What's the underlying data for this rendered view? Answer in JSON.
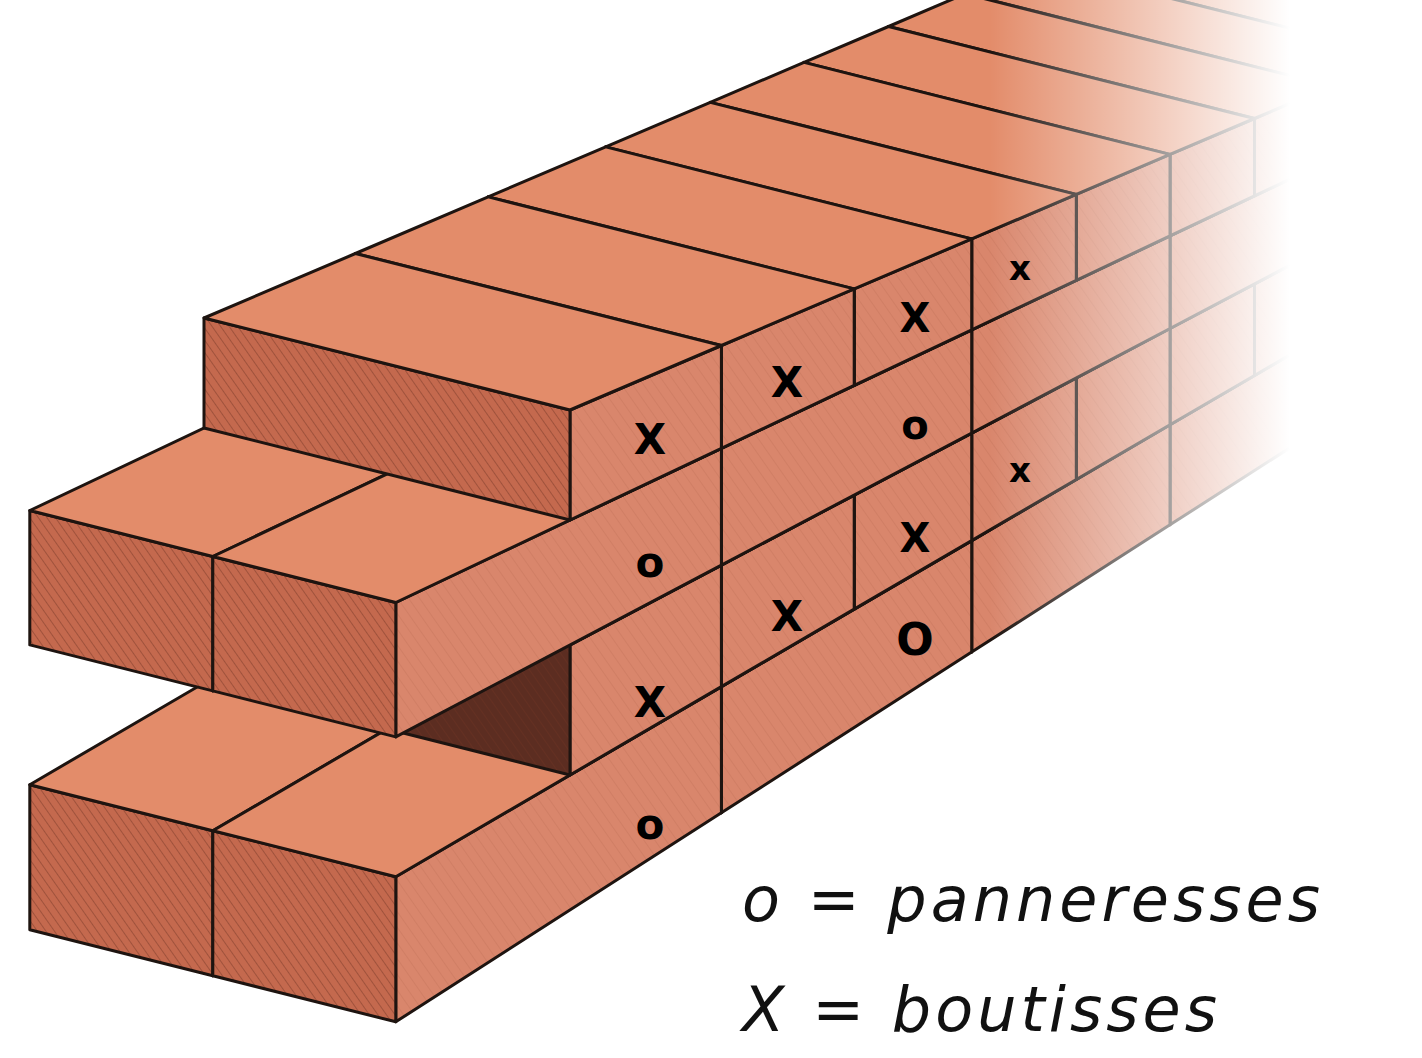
{
  "diagram": {
    "labels": [
      "X",
      "X",
      "X",
      "x",
      "o",
      "x",
      "o",
      "X",
      "X",
      "O",
      "X",
      "o",
      "o = panneresses",
      "X = boutisses"
    ]
  }
}
